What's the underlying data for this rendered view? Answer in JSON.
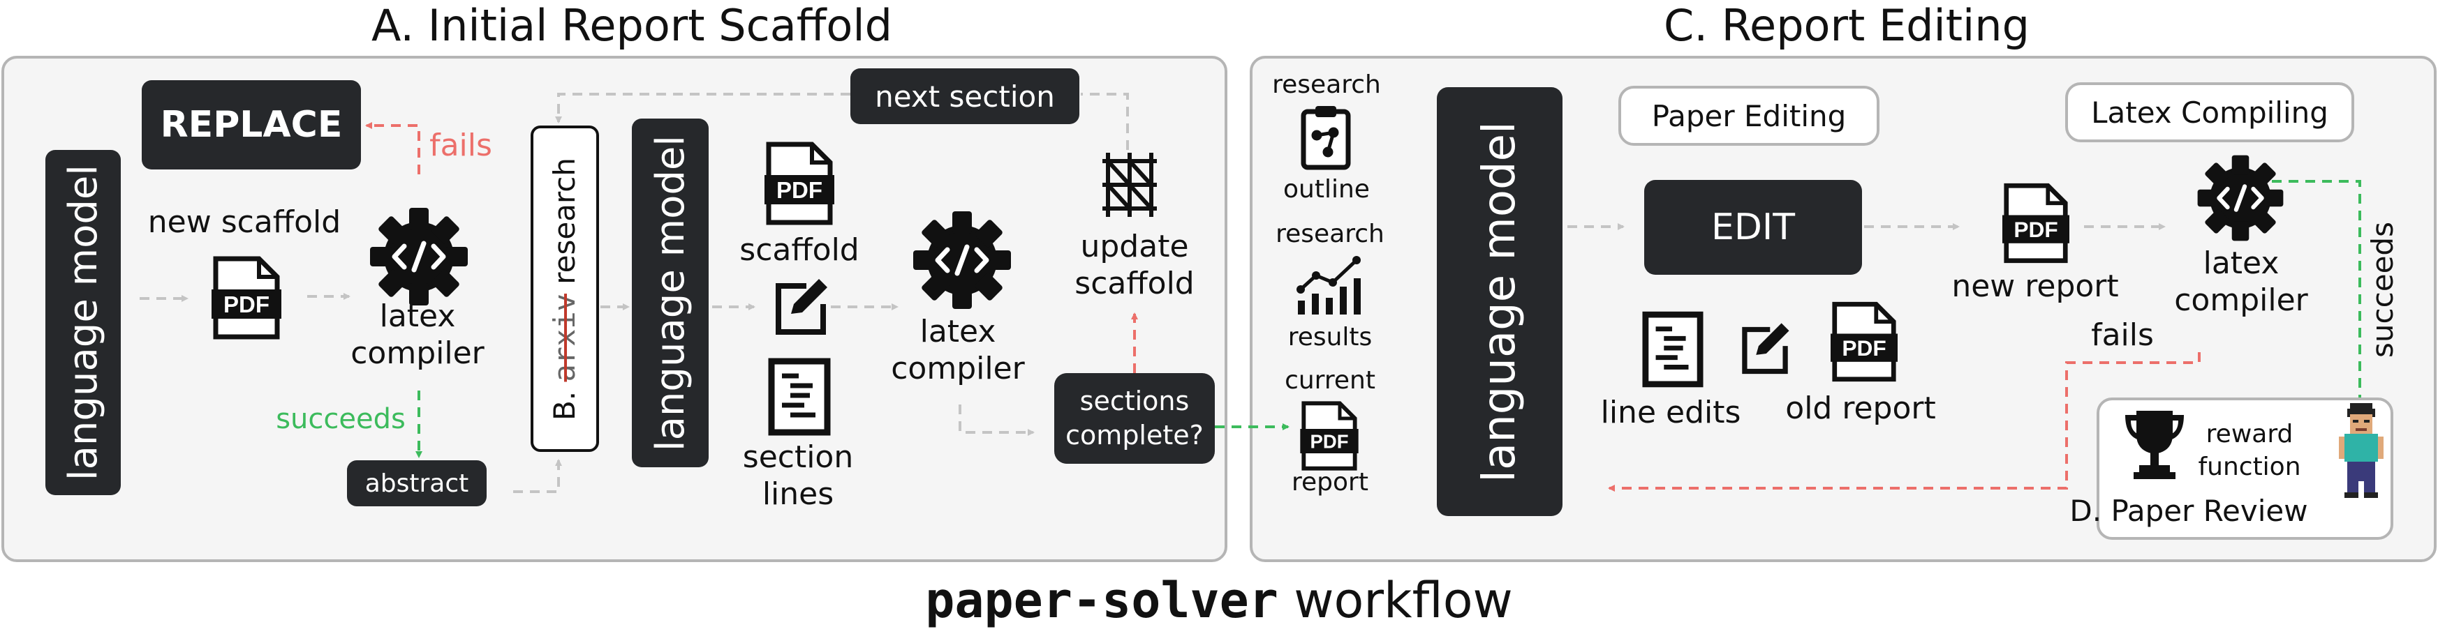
{
  "section_a": {
    "title": "A. Initial Report Scaffold",
    "language_model_1": "language model",
    "replace": "REPLACE",
    "fails": "fails",
    "new_scaffold": "new scaffold",
    "pdf": "PDF",
    "latex_compiler": "latex\ncompiler",
    "succeeds": "succeeds",
    "abstract": "abstract",
    "arxiv_prefix": "B.",
    "arxiv_word": "arxiv",
    "arxiv_suffix": "research",
    "language_model_2": "language model",
    "scaffold": "scaffold",
    "section_lines": "section\nlines",
    "latex_compiler_2": "latex\ncompiler",
    "next_section": "next section",
    "update_scaffold": "update\nscaffold",
    "sections_complete": "sections\ncomplete?"
  },
  "section_c": {
    "title": "C. Report Editing",
    "research_outline": "research\n\noutline",
    "research_label": "research",
    "outline_label": "outline",
    "research_results_top": "research",
    "research_results_bottom": "results",
    "current_report_top": "current",
    "current_report_bottom": "report",
    "language_model": "language model",
    "paper_editing": "Paper Editing",
    "edit": "EDIT",
    "line_edits": "line edits",
    "old_report": "old report",
    "latex_compiling": "Latex Compiling",
    "new_report": "new report",
    "latex_compiler": "latex\ncompiler",
    "fails": "fails",
    "succeeds": "succeeds",
    "reward_function": "reward\nfunction",
    "paper_review": "D. Paper Review"
  },
  "workflow_title": {
    "mono": "paper-solver",
    "rest": " workflow"
  },
  "colors": {
    "dark_box": "#26282b",
    "panel_bg": "#f5f5f5",
    "panel_border": "#b5b5b5",
    "success_green": "#3cbb5c",
    "fail_red": "#ec6f6a",
    "arrow_gray": "#c4c4c4"
  },
  "icons": [
    "pdf-icon",
    "gear-code-icon",
    "pencil-edit-icon",
    "lines-doc-icon",
    "scaffold-icon",
    "clipboard-icon",
    "chart-icon",
    "trophy-icon",
    "reviewer-avatar-icon"
  ]
}
